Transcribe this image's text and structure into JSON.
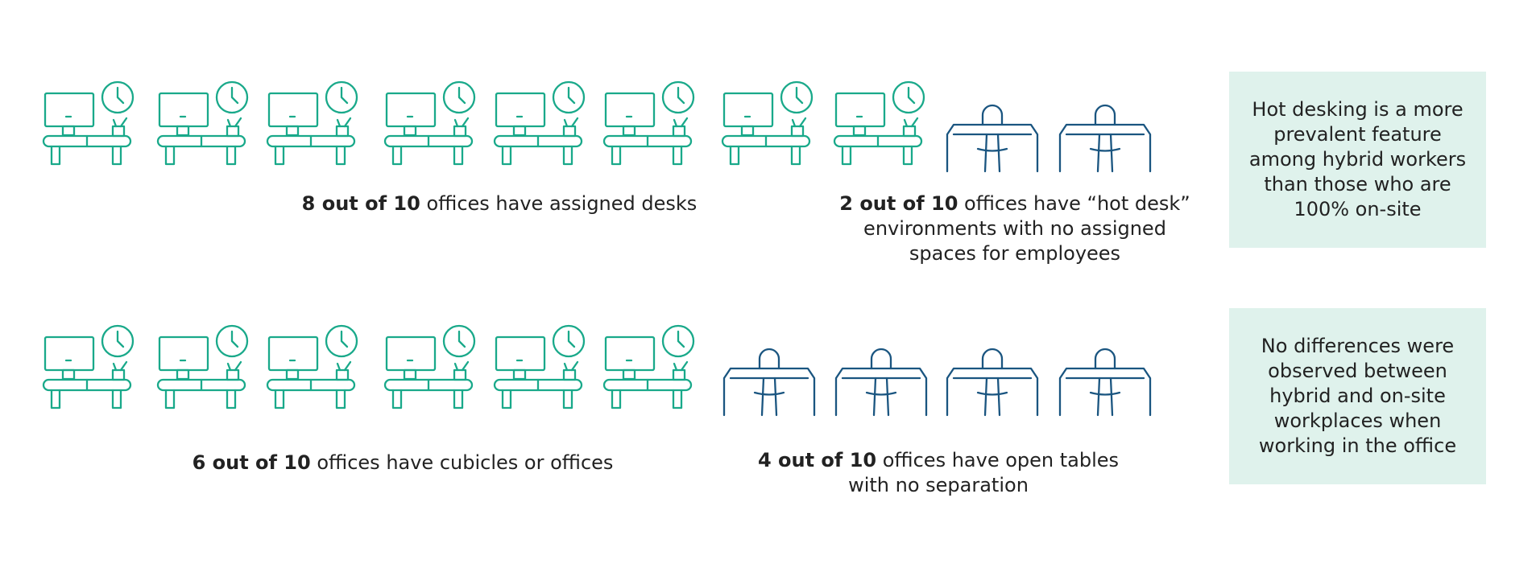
{
  "colors": {
    "assigned_desk": "#19a98a",
    "open_table": "#1a5580",
    "note_background": "#dff2ec",
    "text": "#222222"
  },
  "rows": [
    {
      "icons": [
        "workstation-icon",
        "workstation-icon",
        "workstation-icon",
        "workstation-icon",
        "workstation-icon",
        "workstation-icon",
        "workstation-icon",
        "workstation-icon",
        "open-table-icon",
        "open-table-icon"
      ],
      "captions": [
        {
          "bold": "8 out of 10",
          "text": " offices have assigned desks"
        },
        {
          "bold": "2 out of 10",
          "text": " offices have “hot desk” environments with no assigned spaces for employees"
        }
      ],
      "note": "Hot desking is a more prevalent feature among hybrid workers than those who are 100% on-site"
    },
    {
      "icons": [
        "workstation-icon",
        "workstation-icon",
        "workstation-icon",
        "workstation-icon",
        "workstation-icon",
        "workstation-icon",
        "open-table-icon",
        "open-table-icon",
        "open-table-icon",
        "open-table-icon"
      ],
      "captions": [
        {
          "bold": "6 out of 10",
          "text": " offices have cubicles or offices"
        },
        {
          "bold": "4 out of 10",
          "text": " offices have open tables with no separation"
        }
      ],
      "note": "No differences were observed between hybrid and on-site workplaces when working in the office"
    }
  ]
}
